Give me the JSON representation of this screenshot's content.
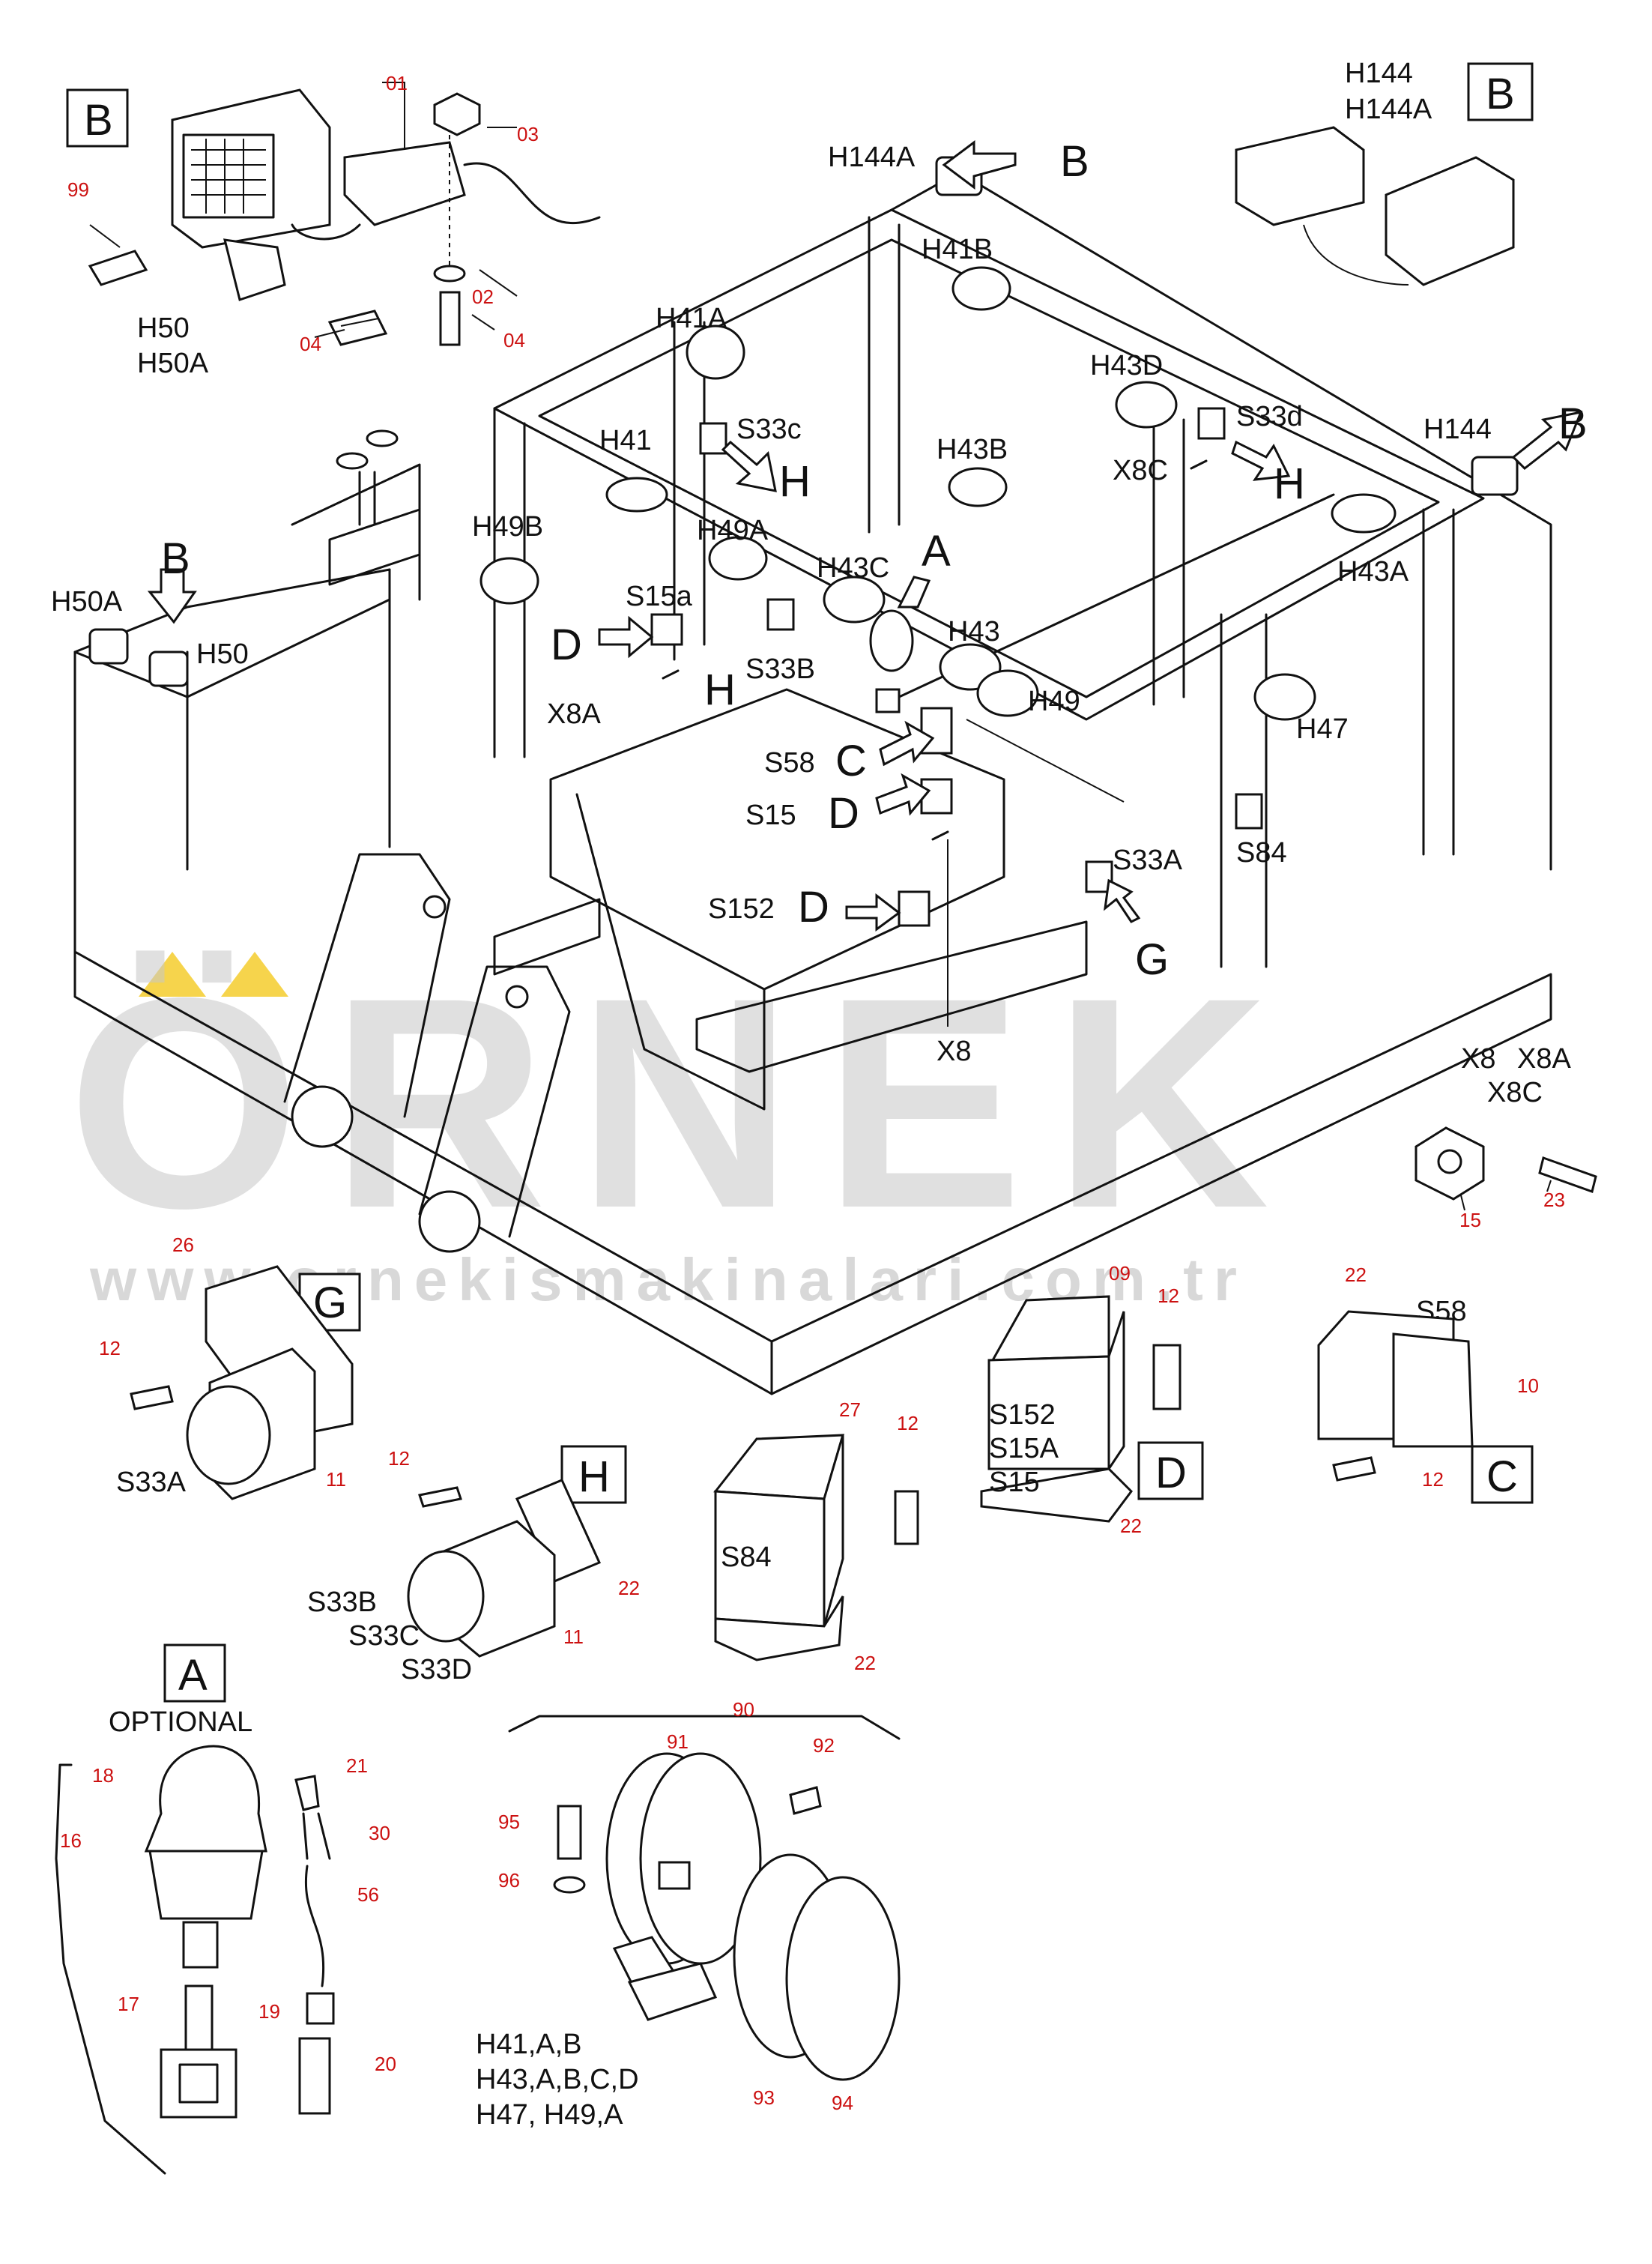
{
  "watermark": {
    "brand": "ÖRNEK",
    "url": "www.ornekismakinalari.com.tr",
    "accent_color": "#f2c200"
  },
  "detail_boxes": {
    "B_top_left": "B",
    "B_top_right": "B",
    "G": "G",
    "H": "H",
    "D": "D",
    "C": "C",
    "A": "A"
  },
  "detail_A_caption": "OPTIONAL",
  "pointer_letters": {
    "b1": "B",
    "b2": "B",
    "b3": "B",
    "h1": "H",
    "h2": "H",
    "h3": "H",
    "a": "A",
    "c": "C",
    "d1": "D",
    "d2": "D",
    "d3": "D",
    "g": "G"
  },
  "component_labels": {
    "H50": "H50",
    "H50A": "H50A",
    "H144": "H144",
    "H144A": "H144A",
    "H144_right": "H144",
    "H144A_top": "H144A",
    "H41A": "H41A",
    "H41B": "H41B",
    "H41": "H41",
    "H43D": "H43D",
    "H43B": "H43B",
    "H43C": "H43C",
    "H43": "H43",
    "H43A": "H43A",
    "H49B": "H49B",
    "H49A": "H49A",
    "H49": "H49",
    "H47": "H47",
    "S33c": "S33c",
    "S33d": "S33d",
    "S33B": "S33B",
    "S33A": "S33A",
    "S15a": "S15a",
    "S15": "S15",
    "S58": "S58",
    "S152": "S152",
    "S84": "S84",
    "X8C": "X8C",
    "X8A": "X8A",
    "X8": "X8",
    "H50A_left": "H50A",
    "H50_left": "H50",
    "x8_group_1": "X8",
    "x8_group_2": "X8A",
    "x8_group_3": "X8C",
    "S33A_detail": "S33A",
    "S33B_detail": "S33B",
    "S33C_detail": "S33C",
    "S33D_detail": "S33D",
    "S84_detail": "S84",
    "S152_detail": "S152",
    "S15A_detail": "S15A",
    "S15_detail": "S15",
    "S58_detail": "S58",
    "lamp_list_1": "H41,A,B",
    "lamp_list_2": "H43,A,B,C,D",
    "lamp_list_3": "H47,  H49,A"
  },
  "part_numbers": {
    "p01": "01",
    "p03": "03",
    "p99": "99",
    "p02": "02",
    "p04a": "04",
    "p04b": "04",
    "p15": "15",
    "p23": "23",
    "p26": "26",
    "p12a": "12",
    "p11a": "11",
    "p12b": "12",
    "p22a": "22",
    "p11b": "11",
    "p27": "27",
    "p12c": "12",
    "p22b": "22",
    "p09": "09",
    "p12d": "12",
    "p22c": "22",
    "p22d": "22",
    "p10": "10",
    "p12e": "12",
    "p18": "18",
    "p21": "21",
    "p30": "30",
    "p16": "16",
    "p56": "56",
    "p17": "17",
    "p19": "19",
    "p20": "20",
    "p90": "90",
    "p91": "91",
    "p92": "92",
    "p95": "95",
    "p96": "96",
    "p93": "93",
    "p94": "94"
  }
}
